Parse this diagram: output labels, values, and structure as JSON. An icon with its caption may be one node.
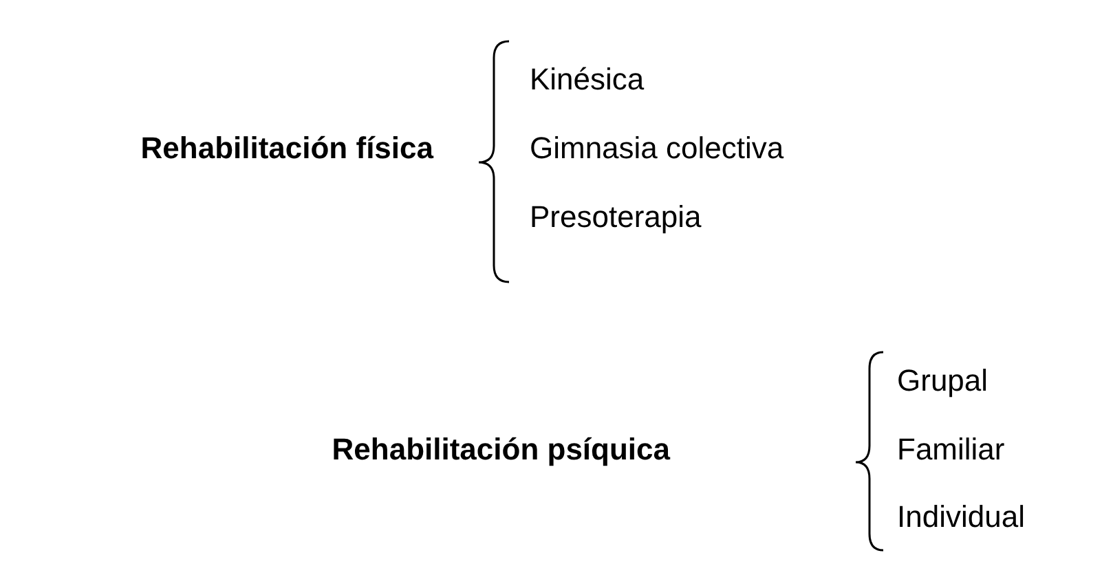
{
  "diagram": {
    "labels": [
      "Kinésica",
      "Rehabilitación física",
      "Gimnasia colectiva",
      "Presoterapia",
      "Grupal",
      "Rehabilitación psíquica",
      "Familiar",
      "Individual"
    ]
  }
}
